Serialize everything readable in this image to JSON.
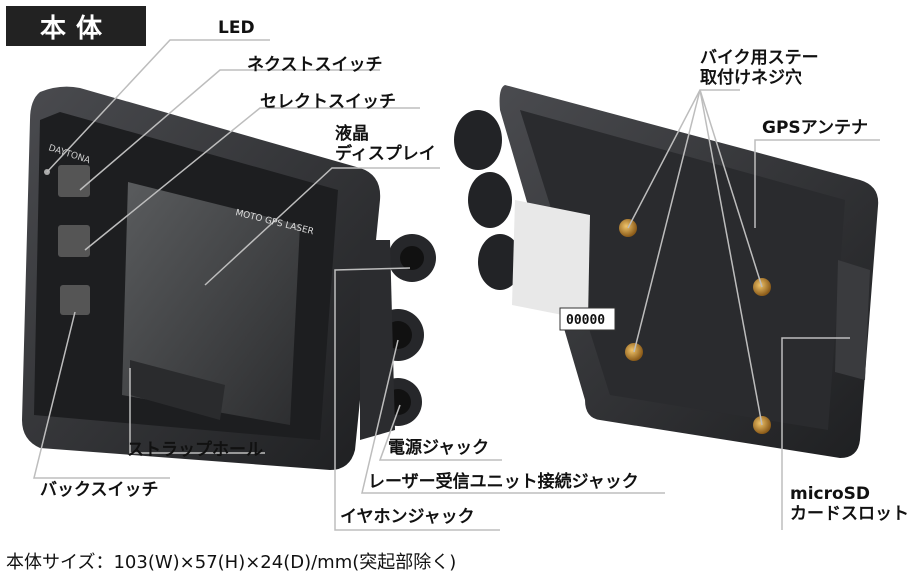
{
  "header": {
    "title": "本体"
  },
  "callouts": {
    "led": "LED",
    "next_switch": "ネクストスイッチ",
    "select_switch": "セレクトスイッチ",
    "lcd_1": "液晶",
    "lcd_2": "ディスプレイ",
    "strap_hole": "ストラップホール",
    "back_switch": "バックスイッチ",
    "power_jack": "電源ジャック",
    "laser_jack": "レーザー受信ユニット接続ジャック",
    "earphone_jack": "イヤホンジャック",
    "bike_stay_1": "バイク用ステー",
    "bike_stay_2": "取付けネジ穴",
    "gps_antenna": "GPSアンテナ",
    "microsd_1": "microSD",
    "microsd_2": "カードスロット"
  },
  "device": {
    "brand": "DAYTONA",
    "model": "MOTO GPS LASER",
    "serial": "00000"
  },
  "spec": "本体サイズ：103(W)×57(H)×24(D)/mm(突起部除く)",
  "colors": {
    "badge_bg": "#222222",
    "device_body": "#2f3033",
    "screen": "#444648",
    "screw": "#c8902e",
    "leader_line": "#bdbdbd"
  }
}
